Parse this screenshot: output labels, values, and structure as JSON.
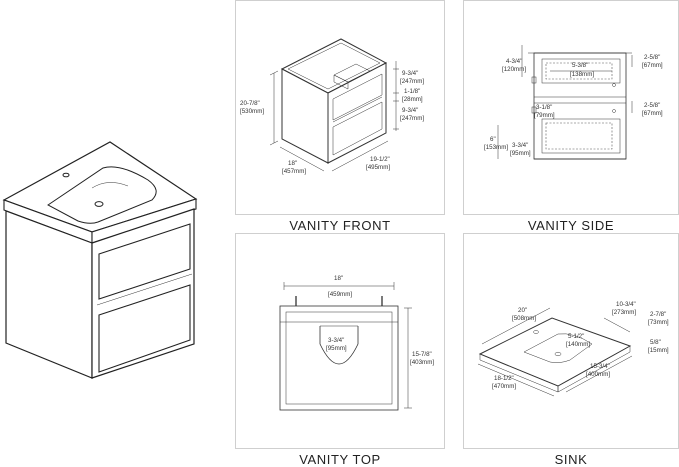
{
  "panels": {
    "front": {
      "caption": "VANITY FRONT",
      "dims": {
        "height_in": "20-7/8\"",
        "height_mm": "[530mm]",
        "depth_in": "18\"",
        "depth_mm": "[457mm]",
        "width_in": "19-1/2\"",
        "width_mm": "[495mm]",
        "drawer_top_in": "9-3/4\"",
        "drawer_top_mm": "[247mm]",
        "gap_in": "1-1/8\"",
        "gap_mm": "[28mm]",
        "drawer_bottom_in": "9-3/4\"",
        "drawer_bottom_mm": "[247mm]"
      }
    },
    "side": {
      "caption": "VANITY SIDE",
      "dims": {
        "a_in": "4-3/4\"",
        "a_mm": "[120mm]",
        "b_in": "5-3/8\"",
        "b_mm": "[138mm]",
        "c_in": "2-5/8\"",
        "c_mm": "[67mm]",
        "d_in": "3-1/8\"",
        "d_mm": "[79mm]",
        "e_in": "2-5/8\"",
        "e_mm": "[67mm]",
        "f_in": "6\"",
        "f_mm": "[153mm]",
        "g_in": "3-3/4\"",
        "g_mm": "[95mm]"
      }
    },
    "top": {
      "caption": "VANITY TOP",
      "dims": {
        "width_in": "18\"",
        "width_mm": "[459mm]",
        "notch_in": "3-3/4\"",
        "notch_mm": "[95mm]",
        "depth_in": "15-7/8\"",
        "depth_mm": "[403mm]"
      }
    },
    "sink": {
      "caption": "SINK",
      "dims": {
        "length_in": "20\"",
        "length_mm": "[508mm]",
        "bowl_in": "10-3/4\"",
        "bowl_mm": "[273mm]",
        "thick_in": "2-7/8\"",
        "thick_mm": "[73mm]",
        "radius_in": "5-1/2\"",
        "radius_mm": "[140mm]",
        "lip_in": "5/8\"",
        "lip_mm": "[15mm]",
        "inner_in": "15-3/4\"",
        "inner_mm": "[400mm]",
        "depth_in": "18-1/2\"",
        "depth_mm": "[470mm]"
      }
    }
  }
}
